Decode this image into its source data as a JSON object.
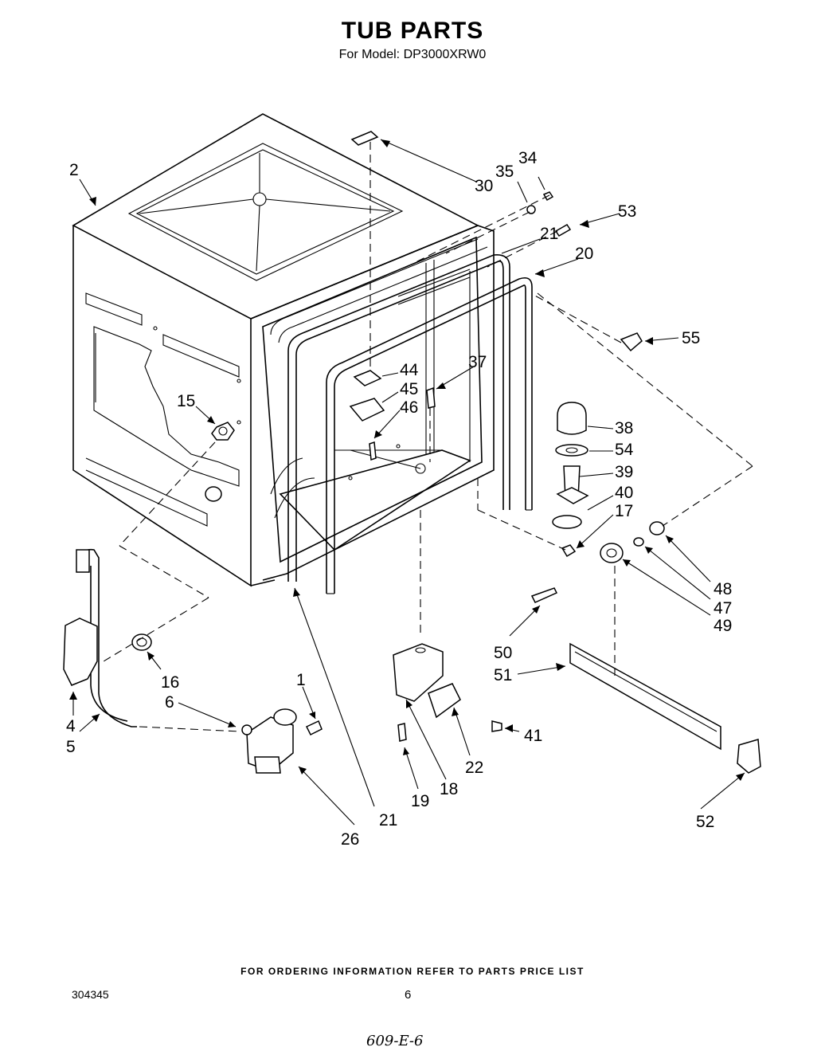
{
  "header": {
    "title": "TUB PARTS",
    "subtitle": "For Model: DP3000XRW0"
  },
  "callouts": [
    "1",
    "2",
    "4",
    "5",
    "6",
    "15",
    "16",
    "17",
    "18",
    "19",
    "20",
    "21",
    "21",
    "22",
    "26",
    "30",
    "34",
    "35",
    "37",
    "38",
    "39",
    "40",
    "41",
    "44",
    "45",
    "46",
    "47",
    "48",
    "49",
    "50",
    "51",
    "52",
    "53",
    "54",
    "55"
  ],
  "footer": {
    "ordering_note": "FOR ORDERING INFORMATION REFER TO PARTS PRICE LIST",
    "part_number": "304345",
    "page_number": "6",
    "handwritten_note": "609-E-6"
  }
}
